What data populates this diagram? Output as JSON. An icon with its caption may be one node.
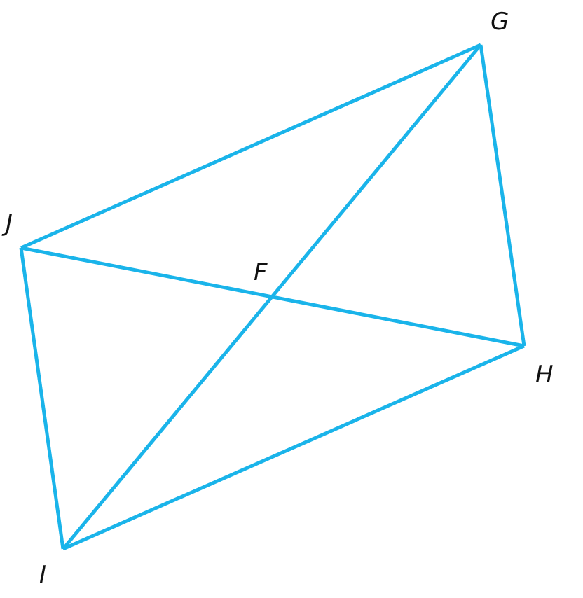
{
  "diagram": {
    "nodes": [
      {
        "text": [
          "G"
        ]
      },
      {
        "text": [
          "H"
        ]
      },
      {
        "text": [
          "I"
        ]
      },
      {
        "text": [
          "J"
        ]
      }
    ],
    "edges": [
      {
        "from": 3,
        "to": 0,
        "arrow": "none"
      },
      {
        "from": 0,
        "to": 1,
        "arrow": "none"
      },
      {
        "from": 1,
        "to": 2,
        "arrow": "none"
      },
      {
        "from": 2,
        "to": 3,
        "arrow": "none"
      },
      {
        "from": 3,
        "to": 1,
        "arrow": "none"
      },
      {
        "from": 2,
        "to": 0,
        "arrow": "none"
      }
    ],
    "labels": [
      "F"
    ]
  }
}
